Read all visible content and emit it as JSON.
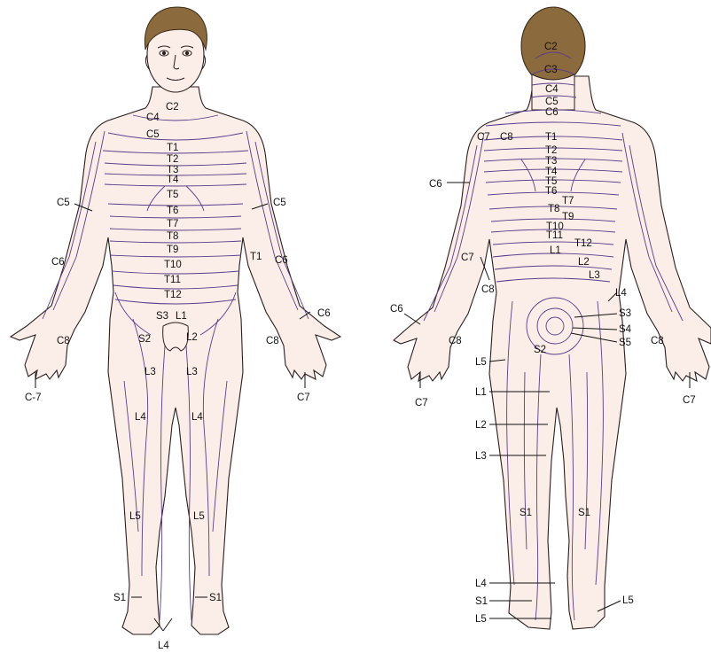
{
  "colors": {
    "skin": "#fbeee8",
    "outline": "#2a1f1f",
    "dermatome_line": "#5a3c8c",
    "hair": "#8b6a3e",
    "background": "#ffffff"
  },
  "anterior": {
    "labels": {
      "c2": "C2",
      "c4": "C4",
      "c5": "C5",
      "t1": "T1",
      "t2": "T2",
      "t3": "T3",
      "t4": "T4",
      "t5": "T5",
      "t6": "T6",
      "t7": "T7",
      "t8": "T8",
      "t9": "T9",
      "t10": "T10",
      "t11": "T11",
      "t12": "T12",
      "c5_left": "C5",
      "c5_right": "C5",
      "t1_right": "T1",
      "c6_left": "C6",
      "c6_right_arm": "C6",
      "c6_right_hand": "C6",
      "c8_left": "C8",
      "c8_right": "C8",
      "c7_left": "C-7",
      "c7_right": "C7",
      "s3": "S3",
      "l1": "L1",
      "s2": "S2",
      "l2": "L2",
      "l3_left": "L3",
      "l3_right": "L3",
      "l4_left": "L4",
      "l4_right": "L4",
      "l5_left": "L5",
      "l5_right": "L5",
      "s1_left": "S1",
      "s1_right": "S1",
      "l4_bottom": "L4"
    }
  },
  "posterior": {
    "labels": {
      "c2": "C2",
      "c3": "C3",
      "c4": "C4",
      "c5": "C5",
      "c6": "C6",
      "c7": "C7",
      "c8": "C8",
      "t1": "T1",
      "t2": "T2",
      "t3": "T3",
      "t4": "T4",
      "t5": "T5",
      "t6": "T6",
      "t7": "T7",
      "t8": "T8",
      "t9": "T9",
      "t10": "T10",
      "t11": "T11",
      "t12": "T12",
      "l1": "L1",
      "l2": "L2",
      "l3": "L3",
      "l4": "L4",
      "c6_arm": "C6",
      "c7_arm": "C7",
      "c8_arm": "C8",
      "c6_hand": "C6",
      "c8_hand_left": "C8",
      "c8_hand_right": "C8",
      "c7_left": "C7",
      "c7_right": "C7",
      "s3": "S3",
      "s4": "S4",
      "s5": "S5",
      "s2": "S2",
      "l5_thigh": "L5",
      "l1_leg": "L1",
      "l2_leg": "L2",
      "l3_leg": "L3",
      "s1_left": "S1",
      "s1_right": "S1",
      "l4_ankle": "L4",
      "s1_ankle": "S1",
      "l5_ankle": "L5",
      "l5_foot": "L5"
    }
  }
}
